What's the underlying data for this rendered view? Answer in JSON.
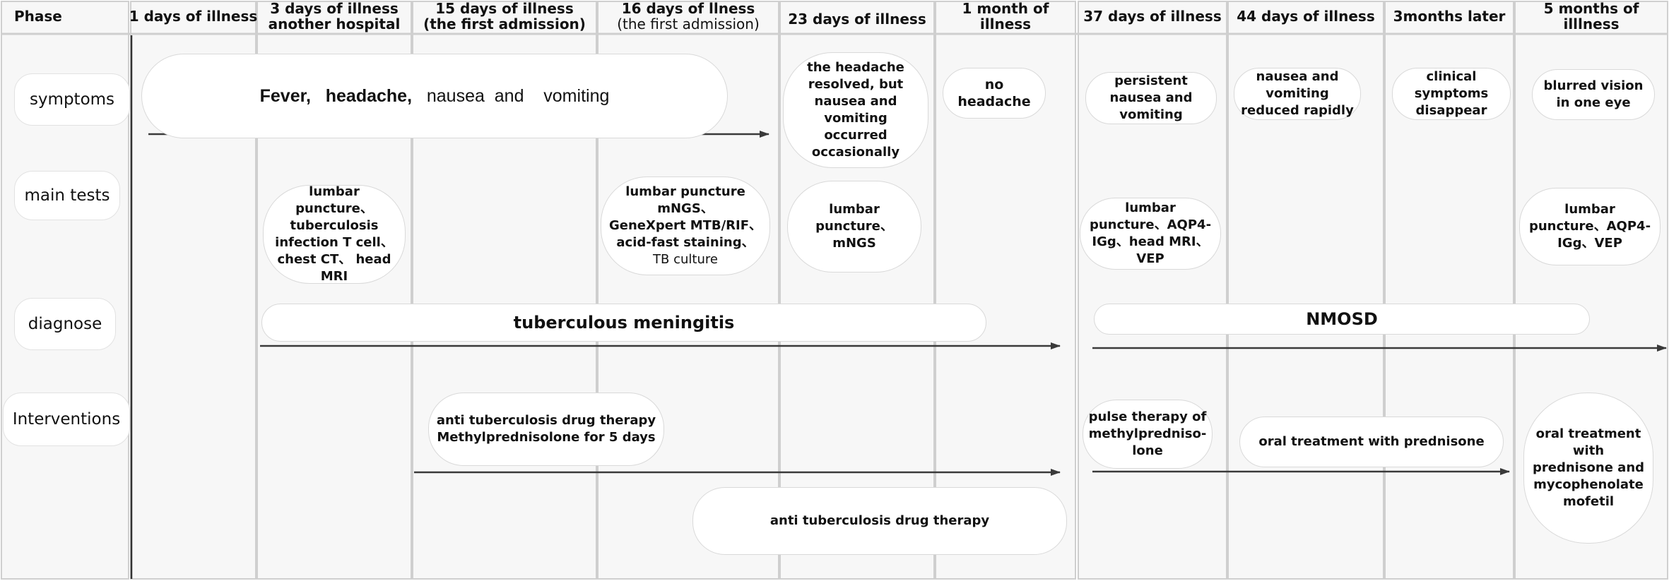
{
  "header": {
    "phase": "Phase",
    "c1": "1 days of illness",
    "c2": [
      "3 days of illness",
      "another hospital"
    ],
    "c3": [
      "15 days of illness",
      "(the first admission)"
    ],
    "c4": [
      "16 days of llness",
      "(the first admission)"
    ],
    "c5": "23 days of illness",
    "c6": [
      "1 month of",
      "illness"
    ],
    "c7": "37 days of illness",
    "c8": "44 days of illness",
    "c9": "3months later",
    "c10": [
      "5 months of",
      "illlness"
    ]
  },
  "rows": {
    "symptoms": "symptoms",
    "tests": "main tests",
    "diagnose": "diagnose",
    "interventions": "Interventions"
  },
  "symptoms": {
    "fever": "Fever,",
    "headache": "headache,",
    "nausea": "nausea  and",
    "vomiting": "vomiting",
    "d23": [
      "the headache",
      "resolved, but",
      "nausea and",
      "vomiting",
      "occurred",
      "occasionally"
    ],
    "m1": [
      "no",
      "headache"
    ],
    "d37": [
      "persistent",
      "nausea and",
      "vomiting"
    ],
    "d44": [
      "nausea and",
      "vomiting",
      "reduced rapidly"
    ],
    "m3": [
      "clinical",
      "symptoms",
      "disappear"
    ],
    "m5": [
      "blurred vision",
      "in one eye"
    ]
  },
  "tests": {
    "d3": [
      "lumbar",
      "puncture、",
      "tuberculosis",
      "infection T cell、",
      "chest CT、 head",
      "MRI"
    ],
    "d16": [
      "lumbar puncture",
      "mNGS、",
      "GeneXpert MTB/RIF、",
      "acid-fast staining、"
    ],
    "d16_light": "TB culture",
    "d23": [
      "lumbar",
      "puncture、",
      "mNGS"
    ],
    "d37": [
      "lumbar",
      "puncture、AQP4-",
      "IGg、head MRI、",
      "VEP"
    ],
    "m5": [
      "lumbar",
      "puncture、AQP4-",
      "IGg、VEP"
    ]
  },
  "diagnose": {
    "tbm": "tuberculous meningitis",
    "nmosd": "NMOSD"
  },
  "interventions": {
    "d15": [
      "anti tuberculosis drug therapy",
      "Methylprednisolone for 5 days"
    ],
    "anti_tb": "anti tuberculosis drug therapy",
    "d37": [
      "pulse therapy  of",
      "methylpredniso-",
      "lone"
    ],
    "d44": "oral treatment with prednisone",
    "m5": [
      "oral treatment",
      "with",
      "prednisone and",
      "mycophenolate",
      "mofetil"
    ]
  },
  "colors": {
    "column_fill": "#f7f7f7",
    "grid_line": "#cfcfcf",
    "arrow": "#3a3a3a",
    "axis": "#333333"
  }
}
